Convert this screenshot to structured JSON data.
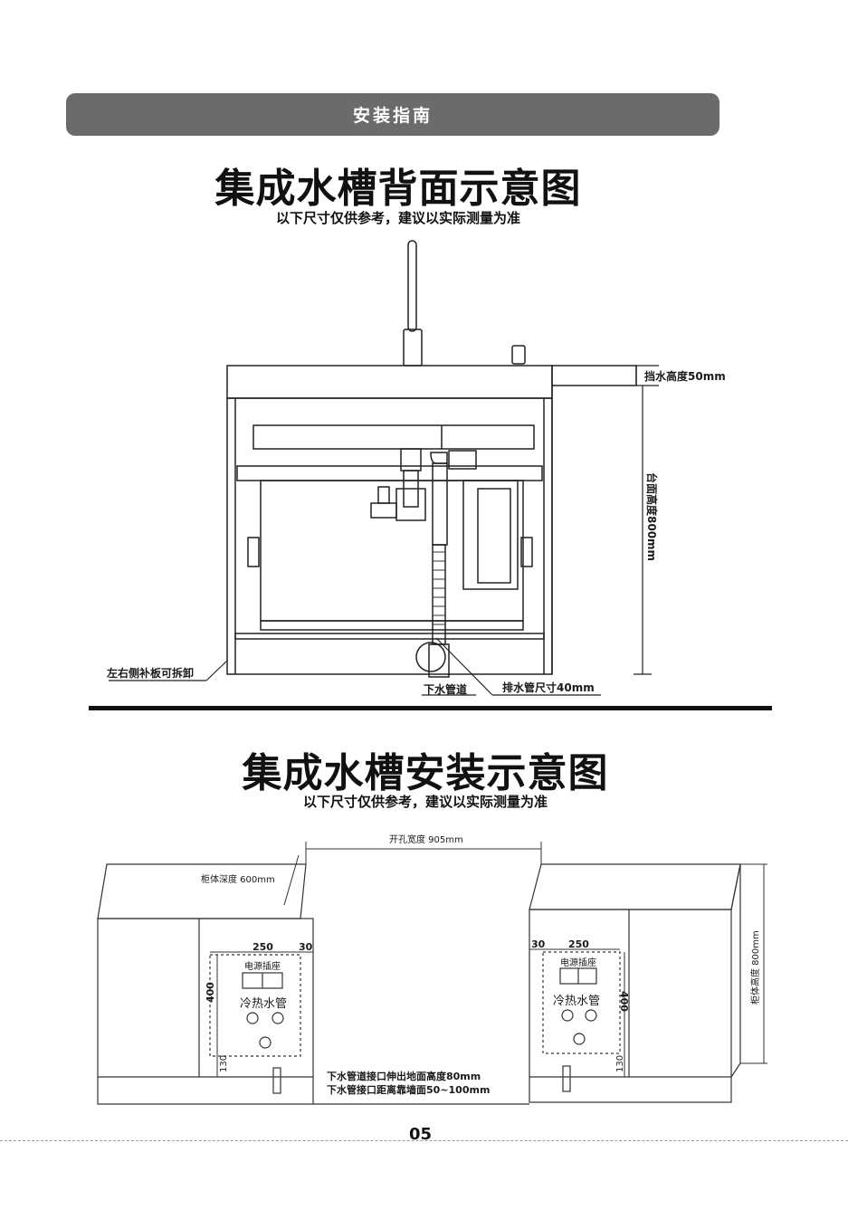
{
  "header": {
    "label": "安装指南"
  },
  "back_view": {
    "title": "集成水槽背面示意图",
    "subtitle": "以下尺寸仅供参考，建议以实际测量为准",
    "labels": {
      "splash_height": "挡水高度50mm",
      "counter_height": "台面高度800mm",
      "side_panels": "左右侧补板可拆卸",
      "drain_pipe": "下水管道",
      "drain_hose_size": "排水管尺寸40mm"
    }
  },
  "install_view": {
    "title": "集成水槽安装示意图",
    "subtitle": "以下尺寸仅供参考，建议以实际测量为准",
    "labels": {
      "opening_width": "开孔宽度 905mm",
      "cabinet_depth": "柜体深度  600mm",
      "cabinet_height": "柜体高度  800mm",
      "power_socket": "电源插座",
      "water_pipes": "冷热水管",
      "dim_250": "250",
      "dim_30": "30",
      "dim_400": "400",
      "dim_130": "130",
      "note_line1": "下水管道接口伸出地面高度80mm",
      "note_line2": "下水管接口距离靠墙面50~100mm"
    }
  },
  "page": {
    "number": "05"
  }
}
